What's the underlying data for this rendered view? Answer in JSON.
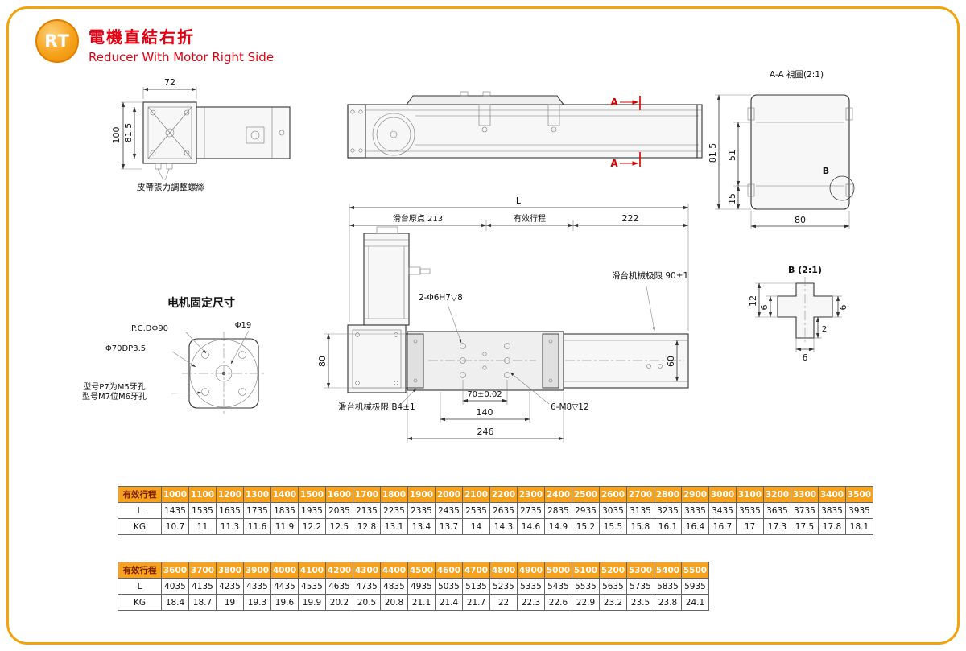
{
  "page": {
    "logo_text": "RT",
    "title_zh": "電機直結右折",
    "title_en": "Reducer With Motor Right Side"
  },
  "colors": {
    "frame_orange": "#F3A30B",
    "title_red": "#E60012",
    "table_header_orange": "#F6A21C",
    "section_mark_red": "#D40000"
  },
  "end_view": {
    "dim_width": "72",
    "dim_height_outer": "100",
    "dim_height_inner": "81.5",
    "belt_label": "皮帶張力調整螺絲"
  },
  "side_view": {
    "section_a_top": "A",
    "section_a_bottom": "A"
  },
  "section_aa": {
    "title": "A-A 視圖(2:1)",
    "dim_815": "81.5",
    "dim_51": "51",
    "dim_15": "15",
    "dim_80": "80",
    "detail_b_label": "B"
  },
  "detail_b": {
    "title": "B (2:1)",
    "dim_12": "12",
    "dim_6_left": "6",
    "dim_6_right": "6",
    "dim_2": "2",
    "dim_6_bottom": "6"
  },
  "plan": {
    "dim_l": "L",
    "dim_origin": "滑台原点 213",
    "dim_stroke": "有效行程",
    "dim_222": "222",
    "limit_right": "滑台机械极限  90±1",
    "limit_left": "滑台机械极限  B4±1",
    "pin_label": "2-Φ6H7▽8",
    "dim_80": "80",
    "dim_60": "60",
    "dim_70": "70±0.02",
    "dim_140": "140",
    "dim_246": "246",
    "screw_label": "6-M8▽12"
  },
  "flange": {
    "title": "电机固定尺寸",
    "pcd": "P.C.DΦ90",
    "d19": "Φ19",
    "d70": "Φ70DP3.5",
    "note1": "型号P7为M5牙孔",
    "note2": "型号M7位M6牙孔"
  },
  "tables": [
    {
      "header_label": "有效行程",
      "row_l_label": "L",
      "row_kg_label": "KG",
      "strokes": [
        "1000",
        "1100",
        "1200",
        "1300",
        "1400",
        "1500",
        "1600",
        "1700",
        "1800",
        "1900",
        "2000",
        "2100",
        "2200",
        "2300",
        "2400",
        "2500",
        "2600",
        "2700",
        "2800",
        "2900",
        "3000",
        "3100",
        "3200",
        "3300",
        "3400",
        "3500"
      ],
      "l_values": [
        "1435",
        "1535",
        "1635",
        "1735",
        "1835",
        "1935",
        "2035",
        "2135",
        "2235",
        "2335",
        "2435",
        "2535",
        "2635",
        "2735",
        "2835",
        "2935",
        "3035",
        "3135",
        "3235",
        "3335",
        "3435",
        "3535",
        "3635",
        "3735",
        "3835",
        "3935"
      ],
      "kg_values": [
        "10.7",
        "11",
        "11.3",
        "11.6",
        "11.9",
        "12.2",
        "12.5",
        "12.8",
        "13.1",
        "13.4",
        "13.7",
        "14",
        "14.3",
        "14.6",
        "14.9",
        "15.2",
        "15.5",
        "15.8",
        "16.1",
        "16.4",
        "16.7",
        "17",
        "17.3",
        "17.5",
        "17.8",
        "18.1"
      ]
    },
    {
      "header_label": "有效行程",
      "row_l_label": "L",
      "row_kg_label": "KG",
      "strokes": [
        "3600",
        "3700",
        "3800",
        "3900",
        "4000",
        "4100",
        "4200",
        "4300",
        "4400",
        "4500",
        "4600",
        "4700",
        "4800",
        "4900",
        "5000",
        "5100",
        "5200",
        "5300",
        "5400",
        "5500"
      ],
      "l_values": [
        "4035",
        "4135",
        "4235",
        "4335",
        "4435",
        "4535",
        "4635",
        "4735",
        "4835",
        "4935",
        "5035",
        "5135",
        "5235",
        "5335",
        "5435",
        "5535",
        "5635",
        "5735",
        "5835",
        "5935"
      ],
      "kg_values": [
        "18.4",
        "18.7",
        "19",
        "19.3",
        "19.6",
        "19.9",
        "20.2",
        "20.5",
        "20.8",
        "21.1",
        "21.4",
        "21.7",
        "22",
        "22.3",
        "22.6",
        "22.9",
        "23.2",
        "23.5",
        "23.8",
        "24.1"
      ]
    }
  ]
}
